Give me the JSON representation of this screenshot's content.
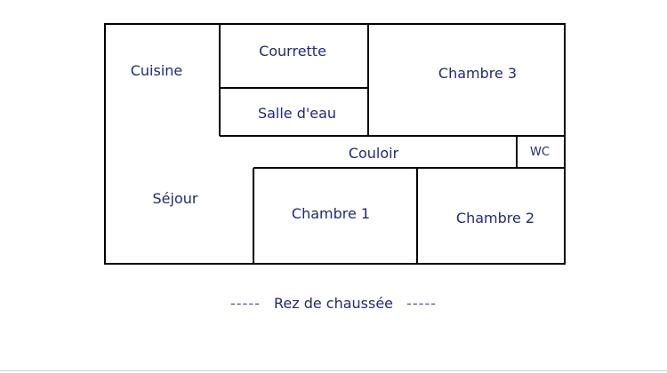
{
  "plan": {
    "rooms": {
      "cuisine": "Cuisine",
      "courrette": "Courrette",
      "salle_deau": "Salle d'eau",
      "chambre3": "Chambre 3",
      "couloir": "Couloir",
      "wc": "WC",
      "sejour": "Séjour",
      "chambre1": "Chambre 1",
      "chambre2": "Chambre 2"
    },
    "caption": {
      "dash_left": "-----",
      "text": "Rez de chaussée",
      "dash_right": "-----"
    }
  }
}
